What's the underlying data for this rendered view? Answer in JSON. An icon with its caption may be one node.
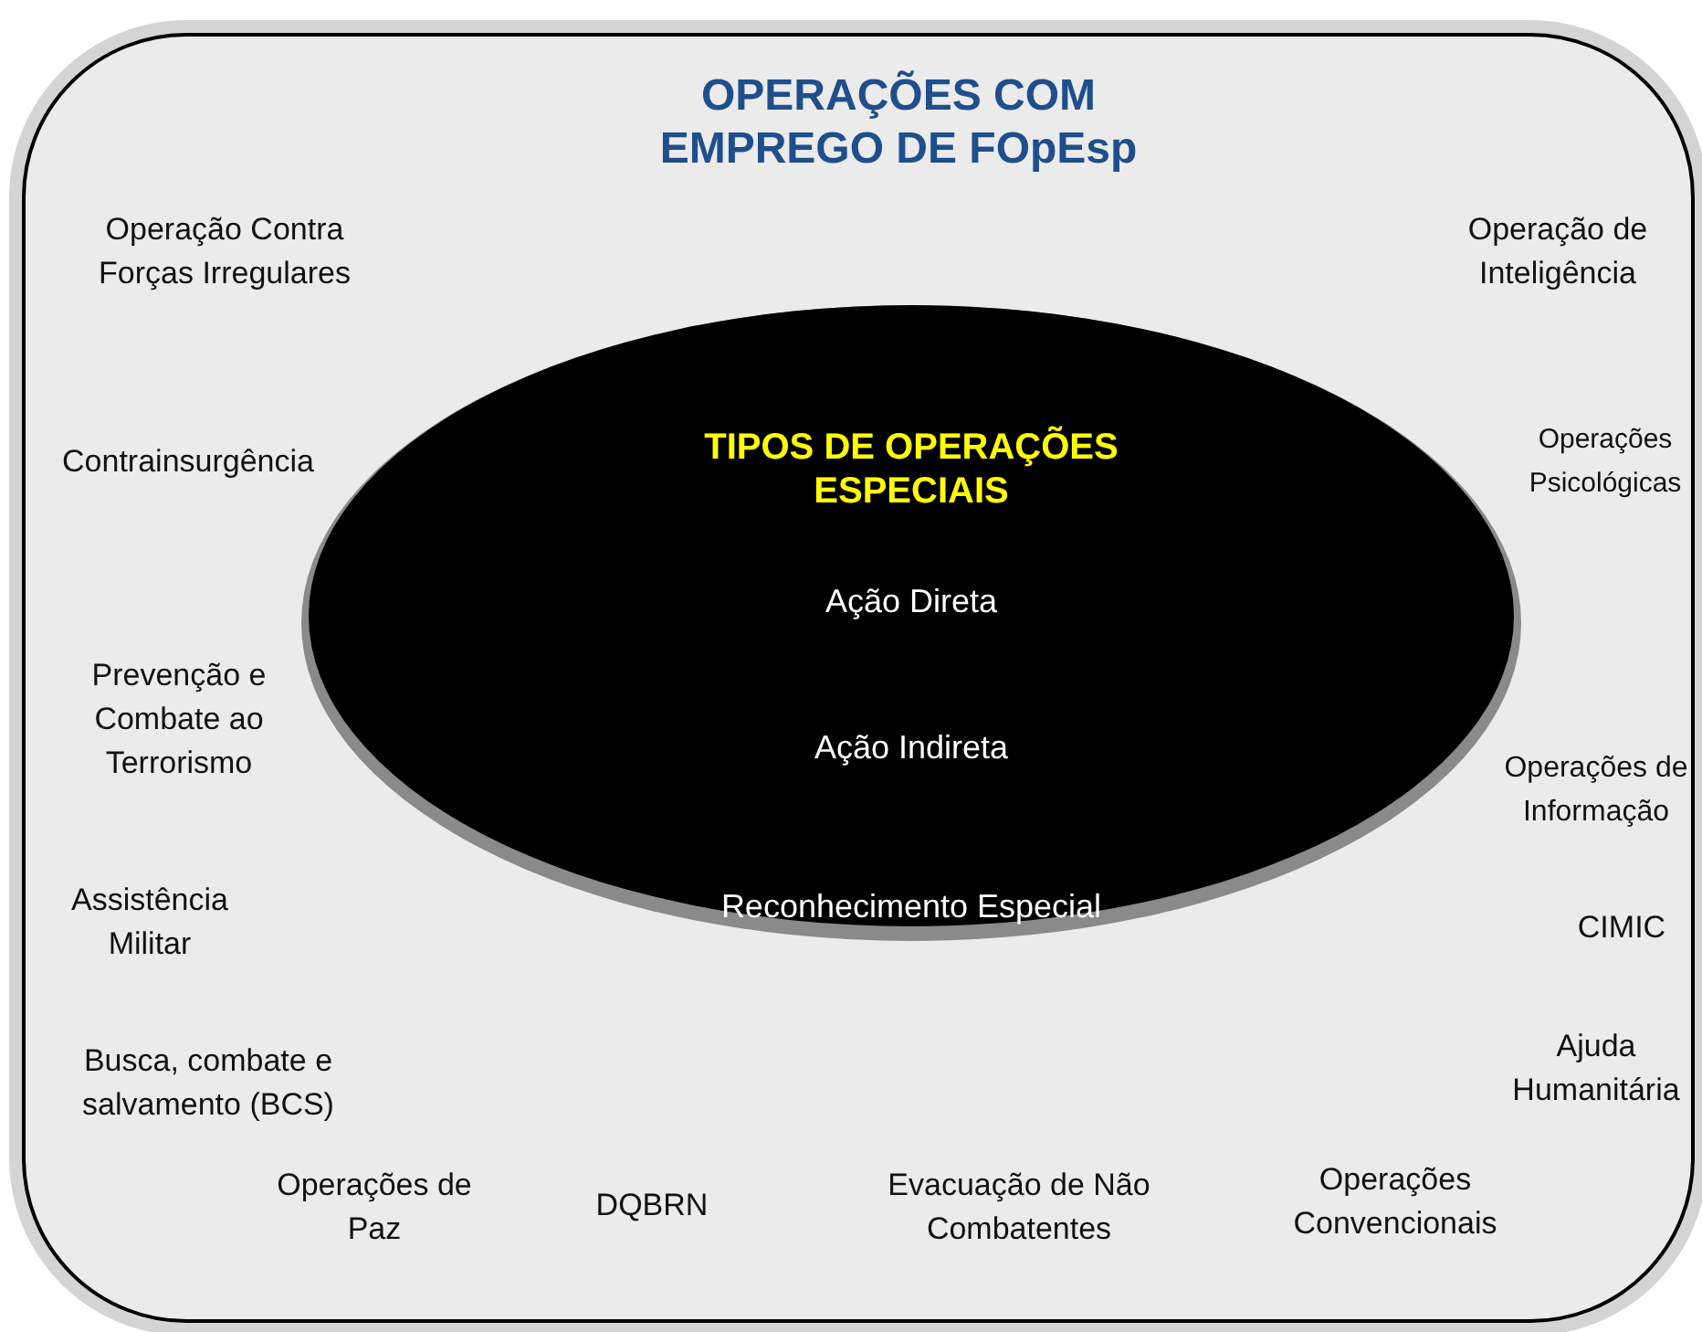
{
  "diagram": {
    "nodes": [
      {
        "text": [
          "OPERAÇÕES COM EMPREGO DE FOpEsp",
          "Operação Contra Forças Irregulares",
          "Contrainsurgência",
          "Prevenção e Combate ao Terrorismo",
          "Assistência Militar",
          "Busca, combate e salvamento (BCS)",
          "Operações de Paz",
          "DQBRN",
          "Evacuação de Não Combatentes",
          "Operações Convencionais",
          "Ajuda Humanitária",
          "CIMIC",
          "Operações de Informação",
          "Operações Psicológicas",
          "Operação de Inteligência"
        ]
      },
      {
        "text": [
          "TIPOS DE OPERAÇÕES ESPECIAIS",
          "Ação Direta",
          "Ação Indireta",
          "Reconhecimento Especial"
        ],
        "in": 0
      }
    ],
    "edges": []
  }
}
